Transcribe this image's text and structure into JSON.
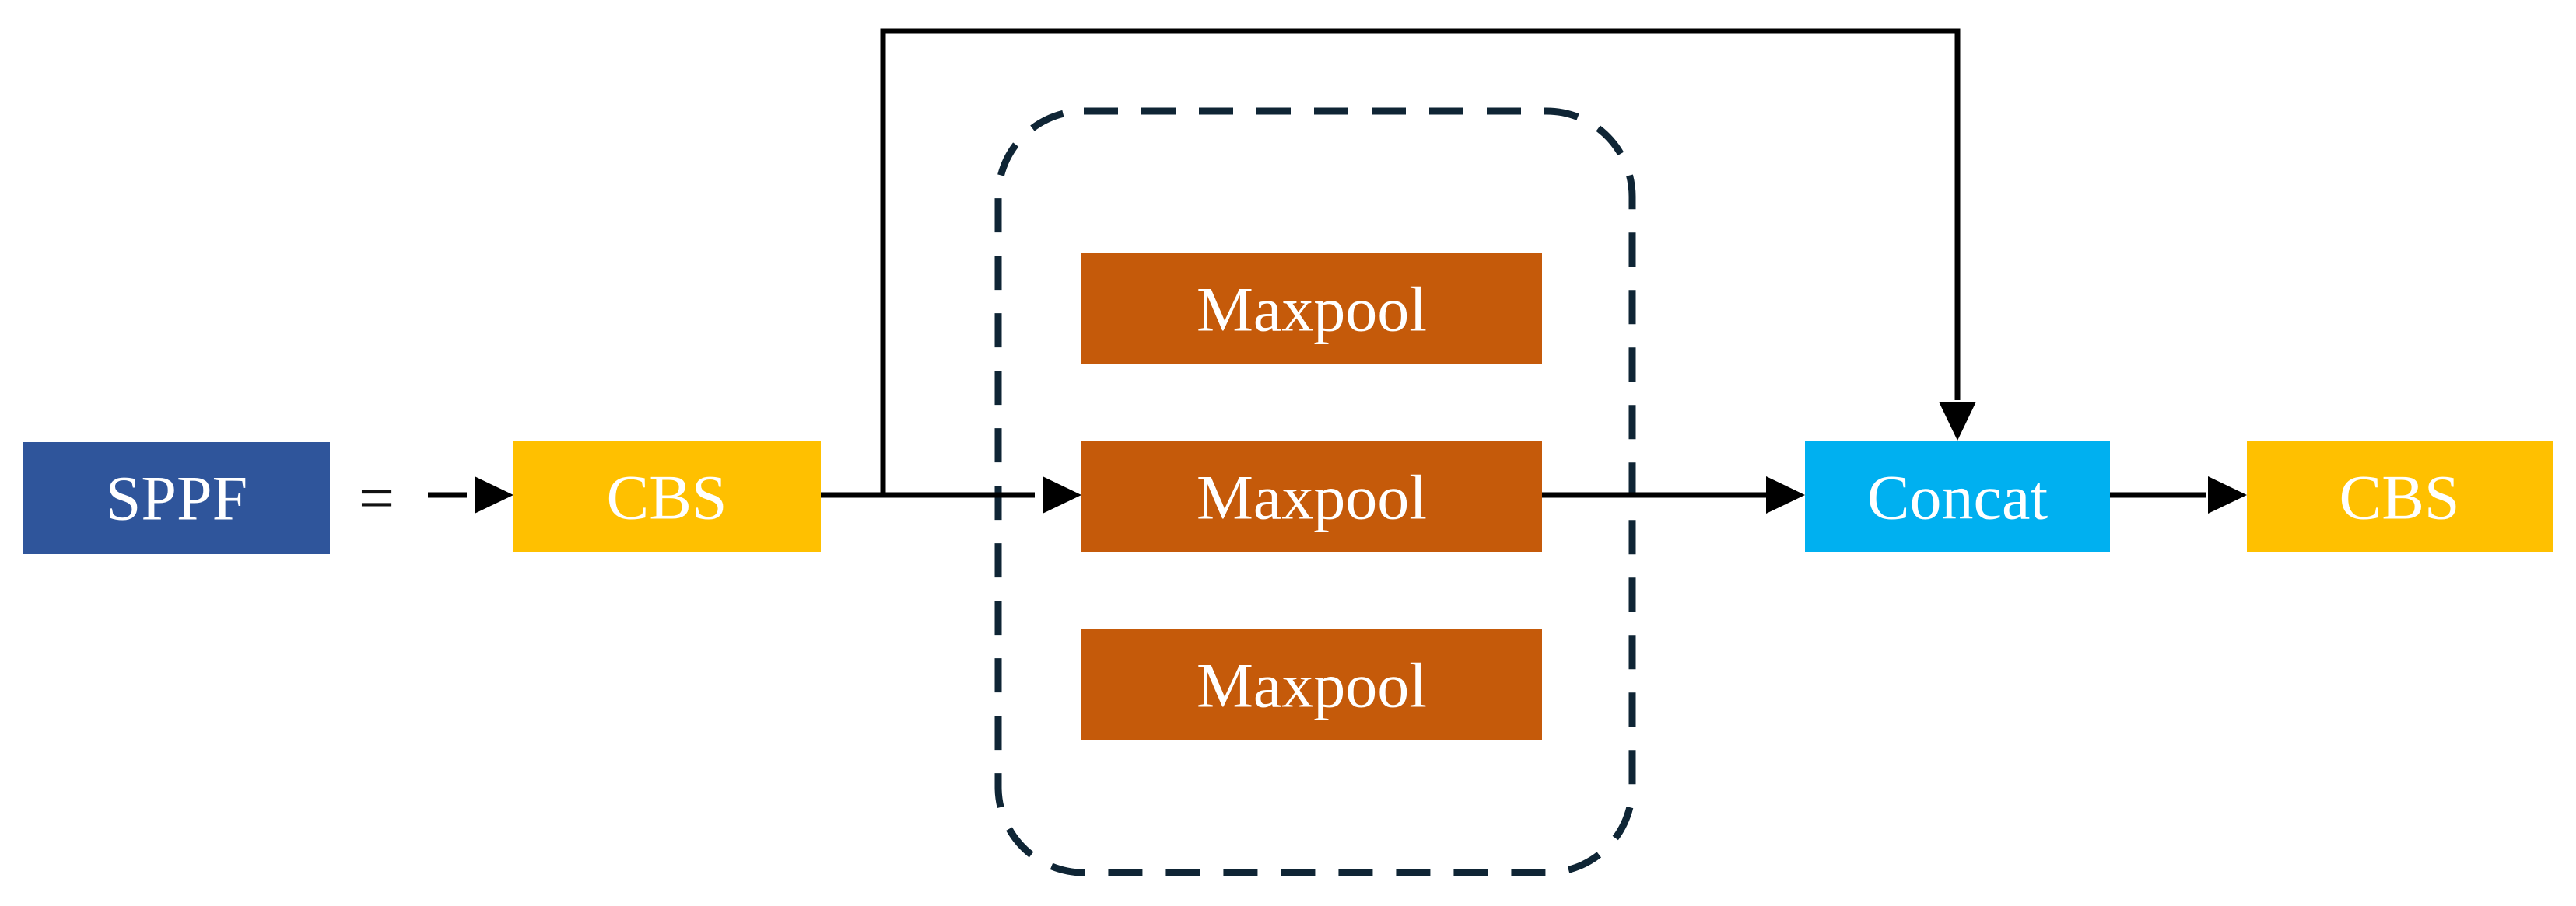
{
  "diagram": {
    "title_block": {
      "label": "SPPF",
      "color": "#2F559B"
    },
    "equals_sign": "=",
    "cbs_input": {
      "label": "CBS",
      "color": "#FFC000"
    },
    "maxpool_top": {
      "label": "Maxpool",
      "color": "#C55A0A"
    },
    "maxpool_middle": {
      "label": "Maxpool",
      "color": "#C55A0A"
    },
    "maxpool_bottom": {
      "label": "Maxpool",
      "color": "#C55A0A"
    },
    "concat": {
      "label": "Concat",
      "color": "#00B0F0"
    },
    "cbs_output": {
      "label": "CBS",
      "color": "#FFC000"
    },
    "dashed_group_color": "#0F2535",
    "arrow_color": "#000000"
  }
}
